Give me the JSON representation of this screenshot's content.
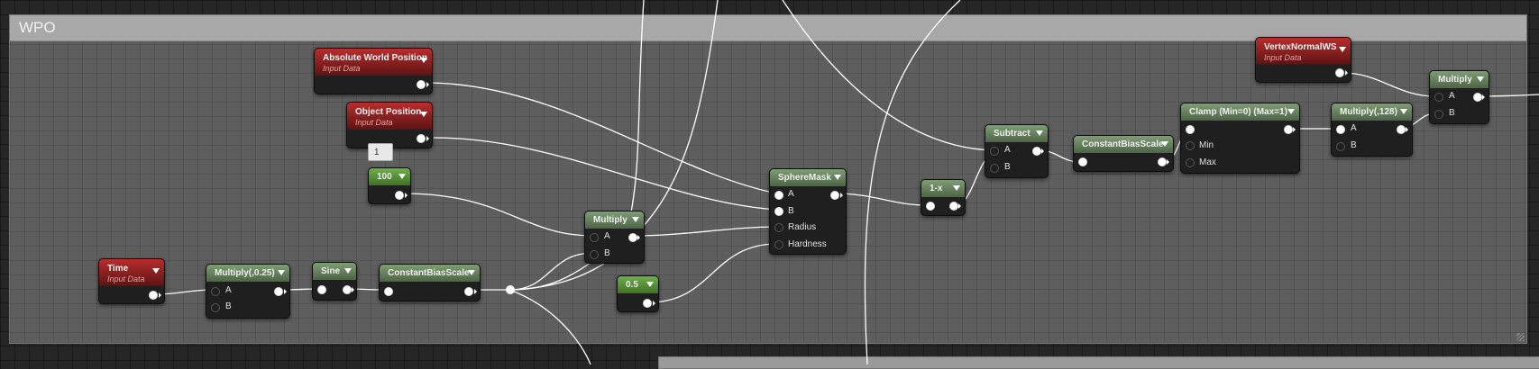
{
  "comment": {
    "title": "WPO"
  },
  "nodes": {
    "absolute_world_position": {
      "title": "Absolute World Position",
      "subtitle": "Input Data"
    },
    "object_position": {
      "title": "Object Position",
      "subtitle": "Input Data"
    },
    "time": {
      "title": "Time",
      "subtitle": "Input Data"
    },
    "vertex_normal_ws": {
      "title": "VertexNormalWS",
      "subtitle": "Input Data"
    },
    "const_100": {
      "title": "100"
    },
    "const_05": {
      "title": "0.5"
    },
    "multiply_025": {
      "title": "Multiply(,0.25)",
      "pins": [
        "A",
        "B"
      ]
    },
    "sine": {
      "title": "Sine"
    },
    "constant_bias_scale_1": {
      "title": "ConstantBiasScale"
    },
    "multiply_1": {
      "title": "Multiply",
      "pins": [
        "A",
        "B"
      ]
    },
    "sphere_mask": {
      "title": "SphereMask",
      "pins": [
        "A",
        "B",
        "Radius",
        "Hardness"
      ]
    },
    "one_minus_x": {
      "title": "1-x"
    },
    "subtract": {
      "title": "Subtract",
      "pins": [
        "A",
        "B"
      ]
    },
    "constant_bias_scale_2": {
      "title": "ConstantBiasScale"
    },
    "clamp": {
      "title": "Clamp (Min=0) (Max=1)",
      "pins": [
        "Min",
        "Max"
      ]
    },
    "multiply_128": {
      "title": "Multiply(,128)",
      "pins": [
        "A",
        "B"
      ]
    },
    "multiply_2": {
      "title": "Multiply",
      "pins": [
        "A",
        "B"
      ]
    }
  },
  "tooltip": {
    "value": "1"
  },
  "colors": {
    "input_header": "#a82222",
    "math_header": "#5f7a57",
    "constant_header": "#4f8a30",
    "wire": "#ffffff",
    "background": "#262626",
    "comment_header": "#a8a8a8"
  }
}
